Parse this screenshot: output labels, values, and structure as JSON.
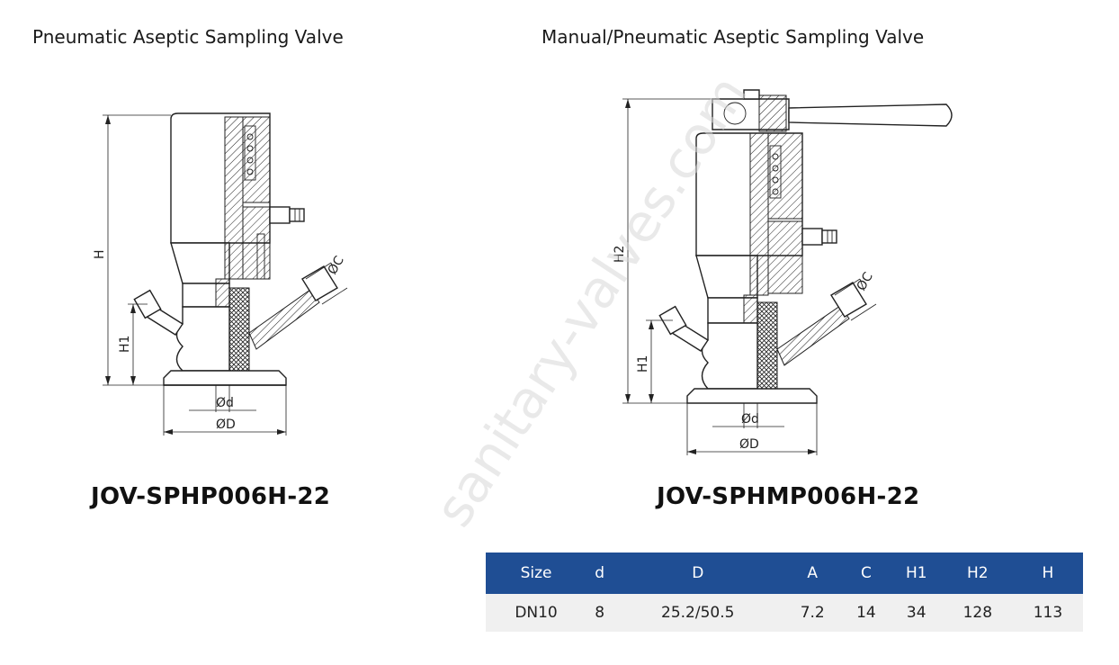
{
  "left": {
    "caption": "Pneumatic Aseptic Sampling Valve",
    "model": "JOV-SPHP006H-22",
    "dims": {
      "H": "H",
      "H1": "H1",
      "d": "Ød",
      "D": "ØD",
      "C": "ØC"
    }
  },
  "right": {
    "caption": "Manual/Pneumatic Aseptic Sampling Valve",
    "model": "JOV-SPHMP006H-22",
    "dims": {
      "H2": "H2",
      "H1": "H1",
      "d": "Ød",
      "D": "ØD",
      "C": "ØC"
    }
  },
  "table": {
    "headers": [
      "Size",
      "d",
      "D",
      "A",
      "C",
      "H1",
      "H2",
      "H"
    ],
    "rows": [
      [
        "DN10",
        "8",
        "25.2/50.5",
        "7.2",
        "14",
        "34",
        "128",
        "113"
      ]
    ],
    "header_color": "#1f4e94"
  },
  "watermark": "sanitary-valves.com"
}
